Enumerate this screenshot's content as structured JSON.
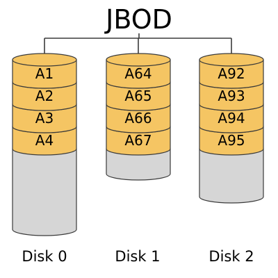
{
  "title": "JBOD",
  "colors": {
    "block_fill": "#f5c563",
    "block_stroke": "#3a3a3a",
    "empty_fill": "#d6d6d6",
    "line": "#3a3a3a",
    "text": "#000000"
  },
  "disks": [
    {
      "label": "Disk 0",
      "blocks": [
        "A1",
        "A2",
        "A3",
        "A4"
      ]
    },
    {
      "label": "Disk 1",
      "blocks": [
        "A64",
        "A65",
        "A66",
        "A67"
      ]
    },
    {
      "label": "Disk 2",
      "blocks": [
        "A92",
        "A93",
        "A94",
        "A95"
      ]
    }
  ]
}
